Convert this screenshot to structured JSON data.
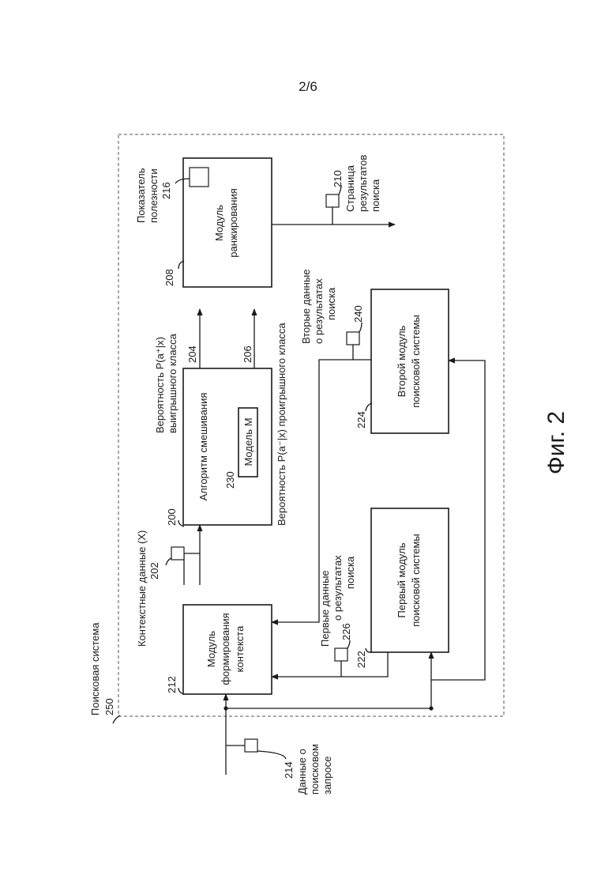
{
  "page_number": "2/6",
  "figure_caption": "Фиг. 2",
  "system": {
    "title": "Поисковая система",
    "ref": "250"
  },
  "blocks": {
    "context": {
      "ref": "212",
      "lines": [
        "Модуль",
        "формирования",
        "контекста"
      ]
    },
    "mixing": {
      "ref": "200",
      "label": "Алгоритм смешивания"
    },
    "model": {
      "ref": "230",
      "label": "Модель M"
    },
    "ranking": {
      "ref": "208",
      "lines": [
        "Модуль",
        "ранжирования"
      ]
    },
    "engine1": {
      "ref": "222",
      "lines": [
        "Первый модуль",
        "поисковой системы"
      ]
    },
    "engine2": {
      "ref": "224",
      "lines": [
        "Второй модуль",
        "поисковой системы"
      ]
    }
  },
  "signals": {
    "context_data": {
      "ref": "202",
      "label": "Контекстные данные (X)"
    },
    "win_prob": {
      "ref": "204",
      "lines": [
        "Вeроятность P(a⁺|x)",
        "выигрышного класса"
      ]
    },
    "lose_prob": {
      "ref": "206",
      "label": "Вероятность P(a⁻|x) проигрышного класса"
    },
    "usefulness": {
      "ref": "216",
      "lines": [
        "Показатель",
        "полезности"
      ]
    },
    "results_page": {
      "ref": "210",
      "lines": [
        "Страница",
        "результатов",
        "поиска"
      ]
    },
    "first_results": {
      "ref": "226",
      "lines": [
        "Первые данные",
        "о результатах",
        "поиска"
      ]
    },
    "second_results": {
      "ref": "240",
      "lines": [
        "Вторые данные",
        "о результатах",
        "поиска"
      ]
    },
    "query": {
      "ref": "214",
      "lines": [
        "Данные о",
        "поисковом",
        "запросе"
      ]
    }
  }
}
